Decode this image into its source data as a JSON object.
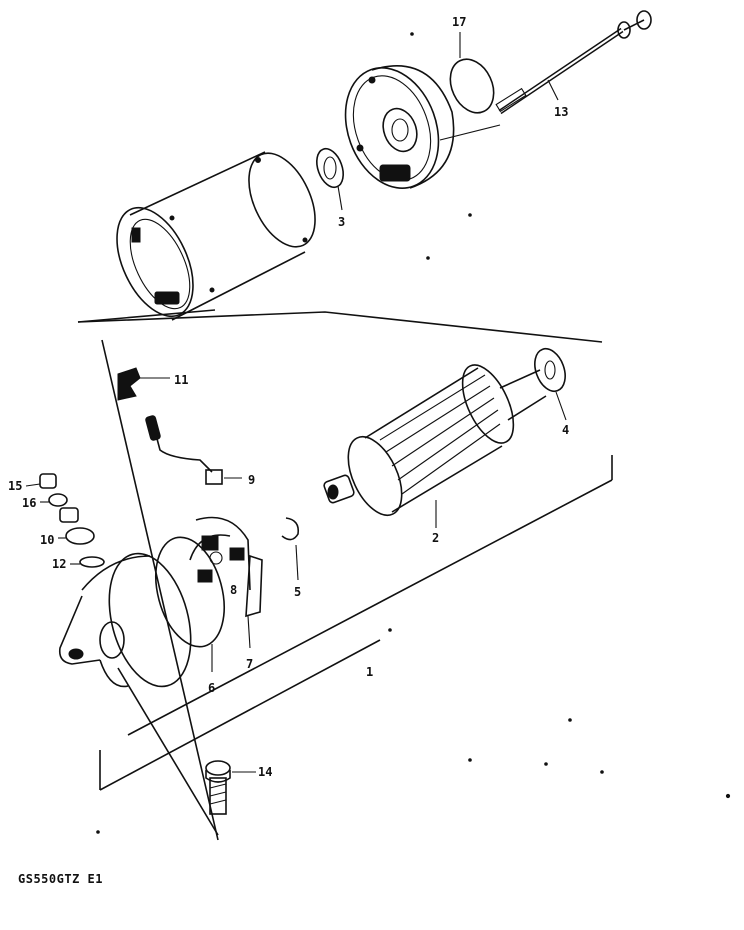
{
  "caption": "GS550GTZ E1",
  "callouts": [
    {
      "id": "1",
      "text": "1"
    },
    {
      "id": "2",
      "text": "2"
    },
    {
      "id": "3",
      "text": "3"
    },
    {
      "id": "4",
      "text": "4"
    },
    {
      "id": "5",
      "text": "5"
    },
    {
      "id": "6",
      "text": "6"
    },
    {
      "id": "7",
      "text": "7"
    },
    {
      "id": "8",
      "text": "8"
    },
    {
      "id": "9",
      "text": "9"
    },
    {
      "id": "10",
      "text": "10"
    },
    {
      "id": "11",
      "text": "11"
    },
    {
      "id": "12",
      "text": "12"
    },
    {
      "id": "13",
      "text": "13"
    },
    {
      "id": "14",
      "text": "14"
    },
    {
      "id": "15",
      "text": "15"
    },
    {
      "id": "16",
      "text": "16"
    },
    {
      "id": "17",
      "text": "17"
    }
  ]
}
